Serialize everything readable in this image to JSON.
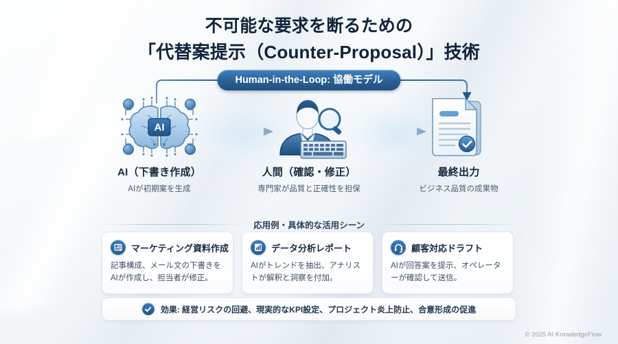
{
  "theme": {
    "accent": "#2b5f95",
    "accent_light": "#3d7cb8",
    "title_color": "#10233a",
    "background": "#f4f7fa",
    "card_border": "#e2e8ef"
  },
  "title": {
    "line1": "不可能な要求を断るための",
    "line2": "「代替案提示（Counter-Proposal）」技術"
  },
  "badge": {
    "label": "Human-in-the-Loop: 協働モデル"
  },
  "steps": [
    {
      "key": "ai",
      "icon": "ai-brain-chip-icon",
      "title": "AI（下書き作成）",
      "subtitle": "AIが初期案を生成"
    },
    {
      "key": "human",
      "icon": "businessman-review-icon",
      "title": "人間（確認・修正）",
      "subtitle": "専門家が品質と正確性を担保"
    },
    {
      "key": "output",
      "icon": "verified-document-icon",
      "title": "最終出力",
      "subtitle": "ビジネス品質の成果物"
    }
  ],
  "flow_arrows": [
    {
      "name": "arrow-ai-to-human"
    },
    {
      "name": "arrow-human-to-output"
    }
  ],
  "divider": {
    "label": "応用例・具体的な活用シーン"
  },
  "cards": [
    {
      "icon": "presentation-document-icon",
      "title": "マーケティング資料作成",
      "body": "記事構成、メール文の下書きをAIが作成し、担当者が修正。"
    },
    {
      "icon": "bar-chart-report-icon",
      "title": "データ分析レポート",
      "body": "AIがトレンドを抽出、アナリストが解釈と洞察を付加。"
    },
    {
      "icon": "headset-support-icon",
      "title": "顧客対応ドラフト",
      "body": "AIが回答案を提示、オペレーターが確認して送信。"
    }
  ],
  "effect": {
    "icon": "check-circle-icon",
    "label": "効果: 経営リスクの回避、現実的なKPI設定、プロジェクト炎上防止、合意形成の促進"
  },
  "footer": {
    "copyright": "© 2025 AI KnowledgeFlow"
  }
}
